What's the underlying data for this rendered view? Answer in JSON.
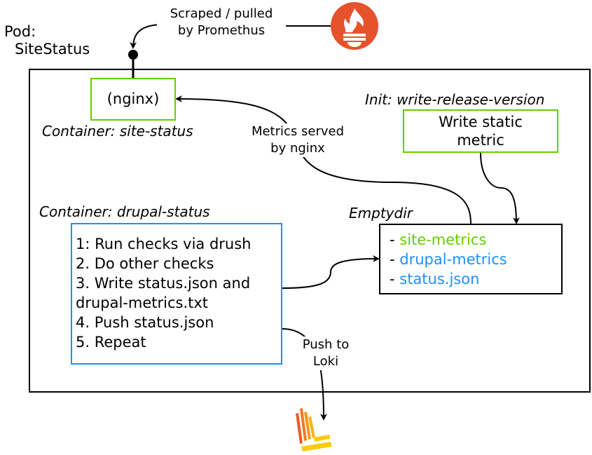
{
  "pod": {
    "label_line1": "Pod:",
    "label_line2": "SiteStatus"
  },
  "nodes": {
    "nginx": {
      "label": "(nginx)",
      "caption": "Container: site-status"
    },
    "init": {
      "caption": "Init: write-release-version",
      "label_line1": "Write static",
      "label_line2": "metric"
    },
    "drupal": {
      "caption": "Container: drupal-status",
      "steps": [
        "1: Run checks via drush",
        "2. Do other checks",
        "3. Write status.json and",
        "drupal-metrics.txt",
        "4. Push status.json",
        "5. Repeat"
      ]
    },
    "emptydir": {
      "caption": "Emptydir",
      "items": [
        {
          "prefix": "- ",
          "text": "site-metrics",
          "color": "#66cc00"
        },
        {
          "prefix": "- ",
          "text": "drupal-metrics",
          "color": "#1f8fff"
        },
        {
          "prefix": "- ",
          "text": "status.json",
          "color": "#1f8fff"
        }
      ]
    }
  },
  "edges": {
    "prometheus": {
      "line1": "Scraped / pulled",
      "line2": "by Promethus"
    },
    "metrics": {
      "line1": "Metrics served",
      "line2": "by nginx"
    },
    "loki": {
      "line1": "Push to",
      "line2": "Loki"
    }
  },
  "icons": {
    "prometheus": "prometheus-logo-icon",
    "loki": "loki-logo-icon"
  },
  "colors": {
    "green": "#66cc00",
    "blue": "#1f8fff",
    "prometheus": "#e6522c",
    "loki_orange": "#f05a28",
    "loki_yellow": "#fbca0a"
  }
}
